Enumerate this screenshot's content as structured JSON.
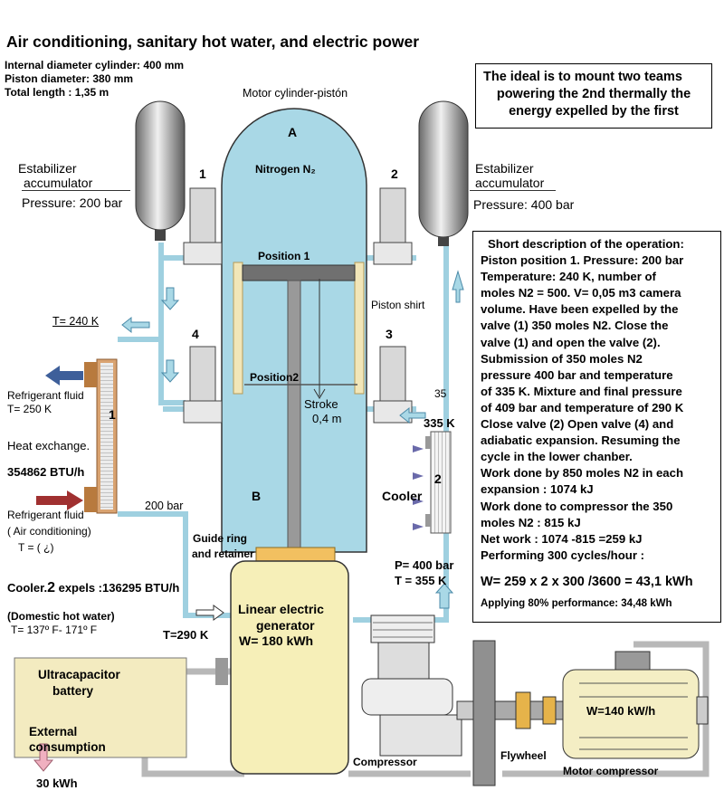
{
  "title": "Air conditioning, sanitary hot water, and electric power",
  "specs": [
    "Internal diameter cylinder: 400 mm",
    "Piston diameter: 380 mm",
    "Total length : 1,35 m"
  ],
  "ideal_note": [
    "The ideal is to mount two teams",
    "powering the 2nd thermally the",
    "energy expelled by the first"
  ],
  "motor_label": "Motor cylinder-pistón",
  "chamber_a": "A",
  "chamber_b": "B",
  "nitrogen": "Nitrogen N₂",
  "left_accumulator": {
    "line1": "Estabilizer",
    "line2": "accumulator",
    "pressure": "Pressure: 200 bar"
  },
  "right_accumulator": {
    "line1": "Estabilizer",
    "line2": "accumulator",
    "pressure": "Pressure: 400 bar"
  },
  "valves": {
    "v1": "1",
    "v2": "2",
    "v3": "3",
    "v4": "4"
  },
  "position1": "Position 1",
  "position2": "Position2",
  "piston_shirt": "Piston shirt",
  "stroke": "Stroke",
  "stroke_value": "0,4 m",
  "temp_240": "T= 240 K",
  "refrigerant_out": {
    "line1": "Refrigerant fluid",
    "line2": "T= 250 K"
  },
  "heat_exchanger": {
    "label": "Heat exchange.",
    "btu": "354862 BTU/h",
    "num": "1"
  },
  "refrigerant_in": {
    "line1": "Refrigerant fluid",
    "line2": "( Air conditioning)",
    "line3": "T = ( ¿)"
  },
  "bar200": "200 bar",
  "guide_ring": {
    "line1": "Guide ring",
    "line2": "and retainer"
  },
  "cooler2": {
    "prefix": "Cooler.",
    "num": "2",
    "rest": " expels :136295 BTU/h"
  },
  "domestic": {
    "line1": "(Domestic hot water)",
    "line2": "T= 137º F- 171º F"
  },
  "t290_left": "T=290 K",
  "generator": {
    "line1": "Linear electric",
    "line2": "generator",
    "line3": "W= 180 kWh"
  },
  "ultracap": {
    "line1": "Ultracapacitor",
    "line2": "battery"
  },
  "external": {
    "line1": "External",
    "line2": "consumption",
    "value": "30 kWh"
  },
  "cooler_right": {
    "label": "Cooler",
    "num": "2",
    "temp": "335 K",
    "small": "35"
  },
  "pressure_400": "P= 400 bar",
  "t355": "T = 355 K",
  "compressor": "Compressor",
  "flywheel": "Flywheel",
  "motor_compressor": {
    "label": "Motor compressor",
    "power": "W=140 kW/h"
  },
  "description": [
    "Short description of the operation:",
    "Piston position 1. Pressure: 200 bar",
    "Temperature: 240 K, number of",
    "moles N2 = 500.  V= 0,05 m3 camera",
    "volume. Have been expelled by the",
    "valve (1) 350 moles N2. Close the",
    "valve (1) and open the valve (2).",
    "Submission of 350 moles N2",
    "pressure 400 bar and temperature",
    "of 335 K. Mixture and final pressure",
    "of 409 bar and temperature of 290 K",
    "Close valve (2) Open valve (4)  and",
    "adiabatic expansion. Resuming the",
    "cycle in the lower chanber.",
    "Work done by 850 moles N2 in each",
    "expansion : 1074 kJ",
    "Work done to compressor the 350",
    "moles N2 : 815  kJ",
    "Net work : 1074 -815 =259  kJ",
    "Performing 300 cycles/hour :"
  ],
  "result": "W= 259 x 2 x 300 /3600 = 43,1 kWh",
  "applying": "Applying  80% performance: 34,48  kWh",
  "colors": {
    "pipe": "#9fd0e0",
    "cylinder": "#a9d8e6",
    "gray_pipe": "#b8b8b8",
    "piston": "#999999",
    "generator": "#f6efb8",
    "ultracap": "#f3ebc0",
    "exchanger": "#d9a371",
    "valve": "#d8d8d8"
  }
}
